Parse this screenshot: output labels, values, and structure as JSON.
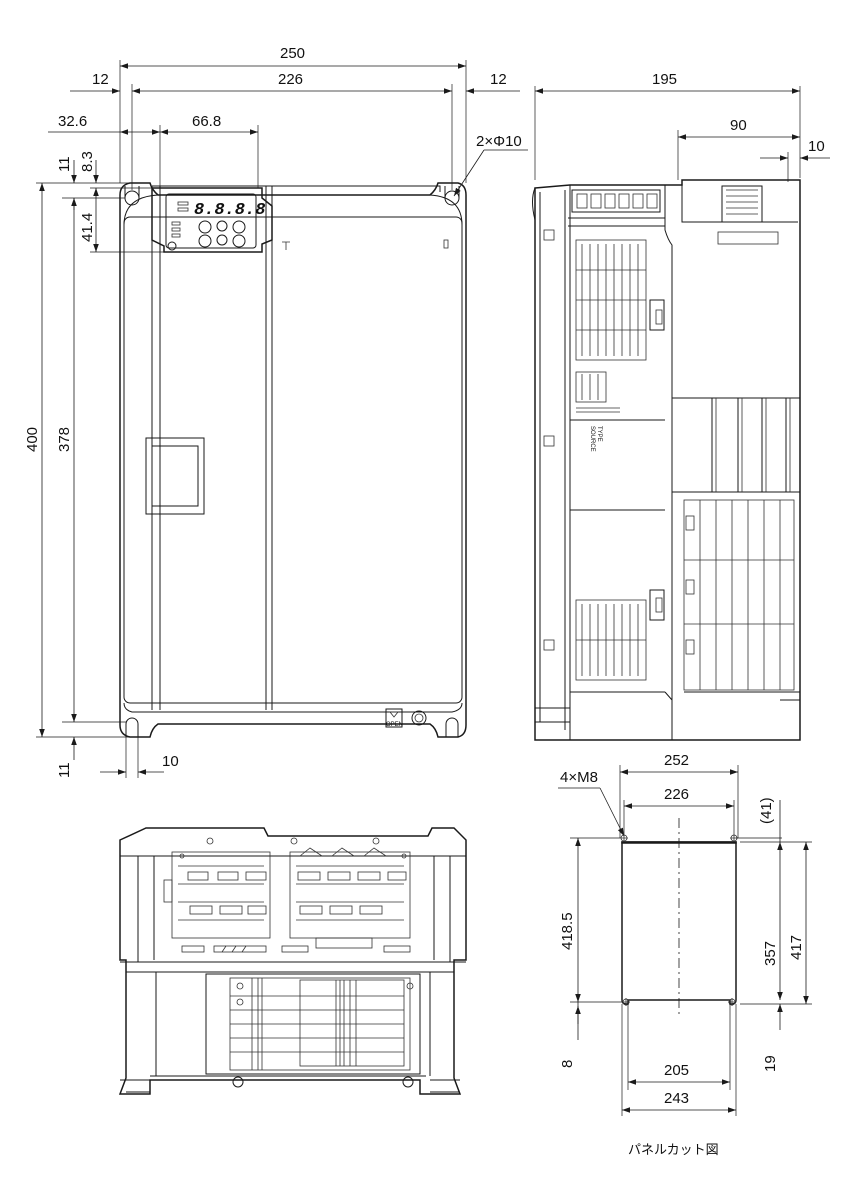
{
  "front_view": {
    "width_total": "250",
    "width_between_holes": "226",
    "left_edge_offset": "12",
    "right_edge_offset": "12",
    "panel_offset": "32.6",
    "panel_width": "66.8",
    "hole_dia": "2×Φ10",
    "top_offset": "11",
    "panel_top": "8.3",
    "panel_height": "41.4",
    "height_total": "400",
    "height_between_holes": "378",
    "bottom_offset": "11",
    "slot_width": "10",
    "open_label": "OPEN",
    "display_digits": "8.8.8.8"
  },
  "side_view": {
    "depth_total": "195",
    "depth_rear": "90",
    "depth_fin": "10",
    "label_type": "TYPE",
    "label_source": "SOURCE"
  },
  "panel_cut": {
    "outer_width": "252",
    "hole_pitch_top": "226",
    "screw": "4×M8",
    "top_ref": "(41)",
    "height_left": "418.5",
    "height_inner": "357",
    "height_outer": "417",
    "bottom_left": "8",
    "bottom_right": "19",
    "inner_width_bottom": "205",
    "outer_width_bottom": "243",
    "caption": "パネルカット図"
  }
}
